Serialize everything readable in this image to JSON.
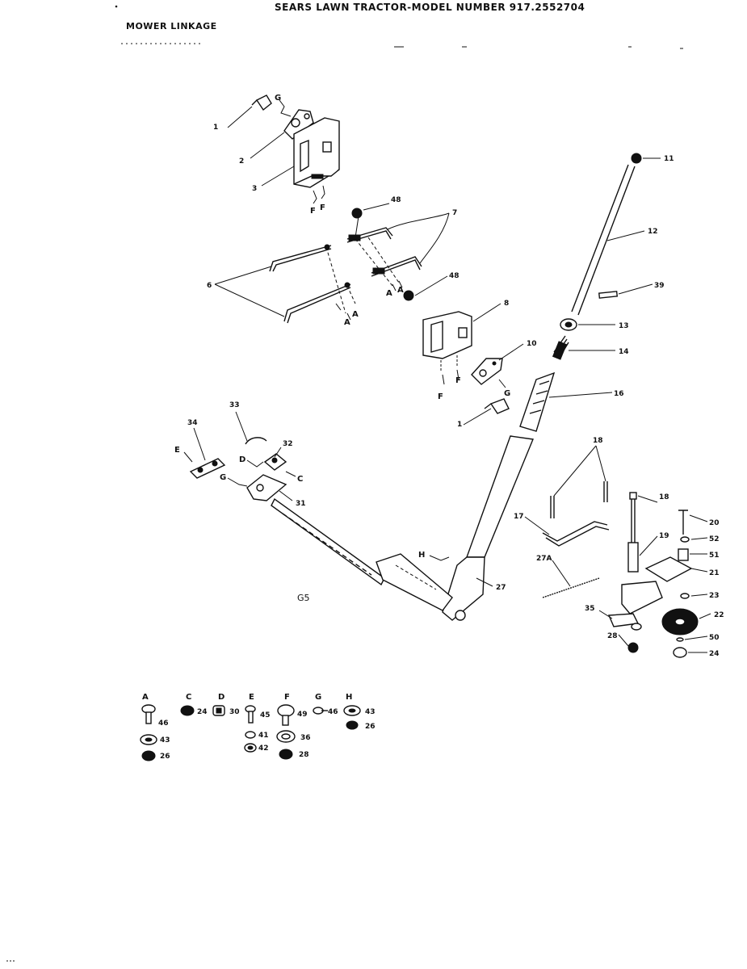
{
  "header": {
    "title": "SEARS LAWN TRACTOR-MODEL NUMBER 917.2552704",
    "section": "MOWER LINKAGE"
  },
  "diagram": {
    "stamp": "G5",
    "callouts": [
      {
        "id": "c1",
        "text": "1"
      },
      {
        "id": "c2",
        "text": "2"
      },
      {
        "id": "c3",
        "text": "3"
      },
      {
        "id": "c6",
        "text": "6"
      },
      {
        "id": "c7",
        "text": "7"
      },
      {
        "id": "c8",
        "text": "8"
      },
      {
        "id": "c10",
        "text": "10"
      },
      {
        "id": "c1b",
        "text": "1"
      },
      {
        "id": "c11",
        "text": "11"
      },
      {
        "id": "c12",
        "text": "12"
      },
      {
        "id": "c39",
        "text": "39"
      },
      {
        "id": "c13",
        "text": "13"
      },
      {
        "id": "c14",
        "text": "14"
      },
      {
        "id": "c16",
        "text": "16"
      },
      {
        "id": "c48a",
        "text": "48"
      },
      {
        "id": "c48b",
        "text": "48"
      },
      {
        "id": "c33",
        "text": "33"
      },
      {
        "id": "c34",
        "text": "34"
      },
      {
        "id": "c32",
        "text": "32"
      },
      {
        "id": "c31",
        "text": "31"
      },
      {
        "id": "c27",
        "text": "27"
      },
      {
        "id": "c17",
        "text": "17"
      },
      {
        "id": "c18",
        "text": "18"
      },
      {
        "id": "c27A",
        "text": "27A"
      },
      {
        "id": "c18b",
        "text": "18"
      },
      {
        "id": "c19",
        "text": "19"
      },
      {
        "id": "c20",
        "text": "20"
      },
      {
        "id": "c52",
        "text": "52"
      },
      {
        "id": "c51",
        "text": "51"
      },
      {
        "id": "c21",
        "text": "21"
      },
      {
        "id": "c23",
        "text": "23"
      },
      {
        "id": "c22",
        "text": "22"
      },
      {
        "id": "c35",
        "text": "35"
      },
      {
        "id": "c28",
        "text": "28"
      },
      {
        "id": "c50",
        "text": "50"
      },
      {
        "id": "c24",
        "text": "24"
      }
    ],
    "letter_tags": [
      {
        "id": "tG1",
        "text": "G"
      },
      {
        "id": "tF1",
        "text": "F"
      },
      {
        "id": "tF2",
        "text": "F"
      },
      {
        "id": "tA1",
        "text": "A"
      },
      {
        "id": "tA2",
        "text": "A"
      },
      {
        "id": "tA3",
        "text": "A"
      },
      {
        "id": "tA4",
        "text": "A"
      },
      {
        "id": "tF3",
        "text": "F"
      },
      {
        "id": "tF4",
        "text": "F"
      },
      {
        "id": "tG2",
        "text": "G"
      },
      {
        "id": "tE",
        "text": "E"
      },
      {
        "id": "tD",
        "text": "D"
      },
      {
        "id": "tC",
        "text": "C"
      },
      {
        "id": "tG3",
        "text": "G"
      },
      {
        "id": "tH",
        "text": "H"
      }
    ]
  },
  "hardware_legend": {
    "groups": [
      {
        "letter": "A",
        "items": [
          "46",
          "43",
          "26"
        ]
      },
      {
        "letter": "C",
        "items": [
          "24"
        ]
      },
      {
        "letter": "D",
        "items": [
          "30"
        ]
      },
      {
        "letter": "E",
        "items": [
          "45",
          "41",
          "42"
        ]
      },
      {
        "letter": "F",
        "items": [
          "49",
          "36",
          "28"
        ]
      },
      {
        "letter": "G",
        "items": [
          "46"
        ]
      },
      {
        "letter": "H",
        "items": [
          "43",
          "26"
        ]
      }
    ]
  }
}
